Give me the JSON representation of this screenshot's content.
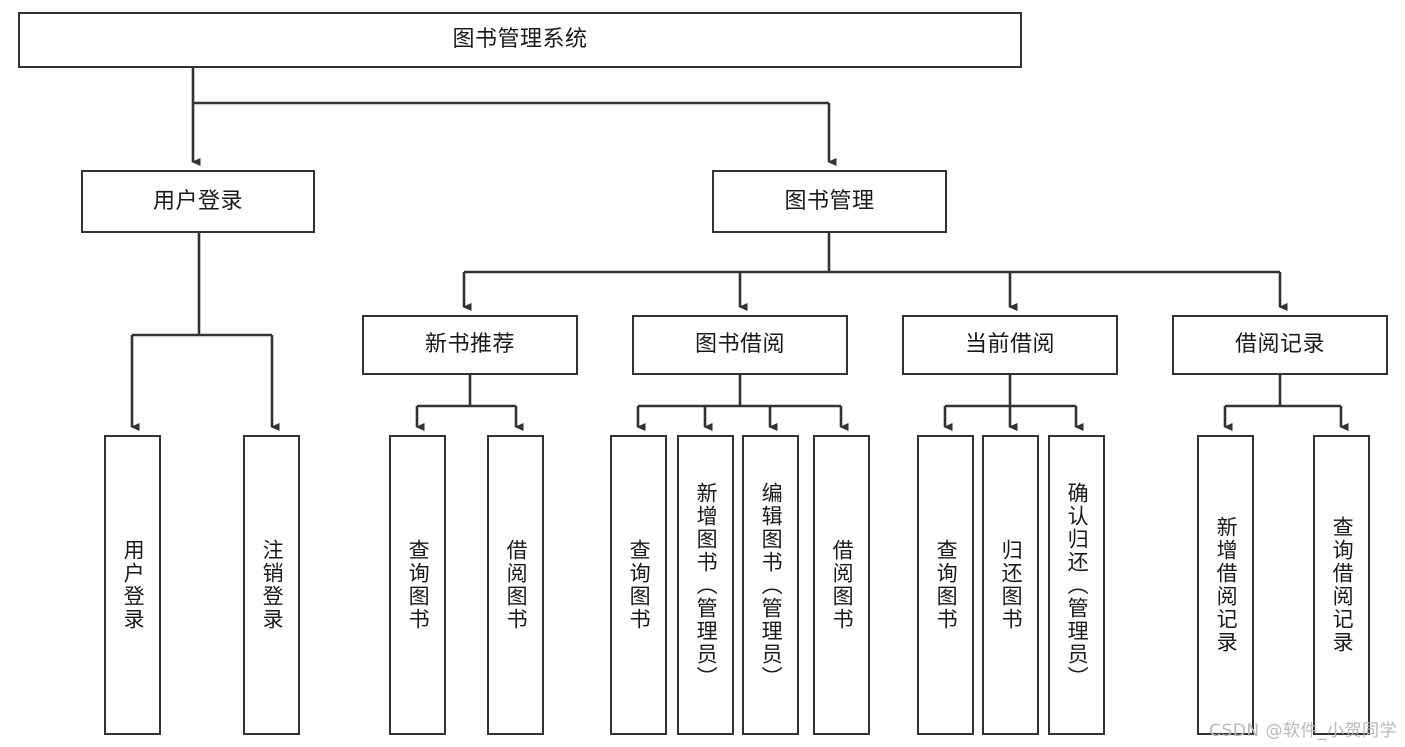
{
  "diagram": {
    "type": "tree",
    "title": "图书管理系统",
    "orientation": "top-down",
    "colors": {
      "node_border": "#333333",
      "node_fill": "#ffffff",
      "edge": "#333333",
      "text": "#1a1a1a",
      "watermark": "#b9b9b9",
      "background": "#ffffff"
    },
    "root": {
      "label": "图书管理系统"
    },
    "level2": [
      {
        "label": "用户登录"
      },
      {
        "label": "图书管理"
      }
    ],
    "level3": [
      {
        "label": "新书推荐"
      },
      {
        "label": "图书借阅"
      },
      {
        "label": "当前借阅"
      },
      {
        "label": "借阅记录"
      }
    ],
    "leaves": {
      "user_login": [
        {
          "label": "用户登录"
        },
        {
          "label": "注销登录"
        }
      ],
      "new_book_recommend": [
        {
          "label": "查询图书"
        },
        {
          "label": "借阅图书"
        }
      ],
      "book_borrow": [
        {
          "label": "查询图书"
        },
        {
          "label": "新增图书（管理员）"
        },
        {
          "label": "编辑图书（管理员）"
        },
        {
          "label": "借阅图书"
        }
      ],
      "current_borrow": [
        {
          "label": "查询图书"
        },
        {
          "label": "归还图书"
        },
        {
          "label": "确认归还（管理员）"
        }
      ],
      "borrow_record": [
        {
          "label": "新增借阅记录"
        },
        {
          "label": "查询借阅记录"
        }
      ]
    }
  },
  "watermark": {
    "text": "CSDN @软件_小贺同学"
  }
}
